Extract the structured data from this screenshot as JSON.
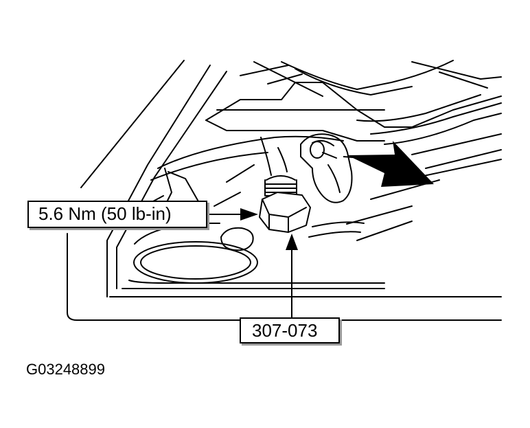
{
  "callouts": {
    "torque_spec": "5.6 Nm (50 lb-in)",
    "tool_number": "307-073"
  },
  "figure_id": "G03248899",
  "colors": {
    "line": "#000000",
    "shadow": "#9a9a9a",
    "background": "#ffffff"
  }
}
